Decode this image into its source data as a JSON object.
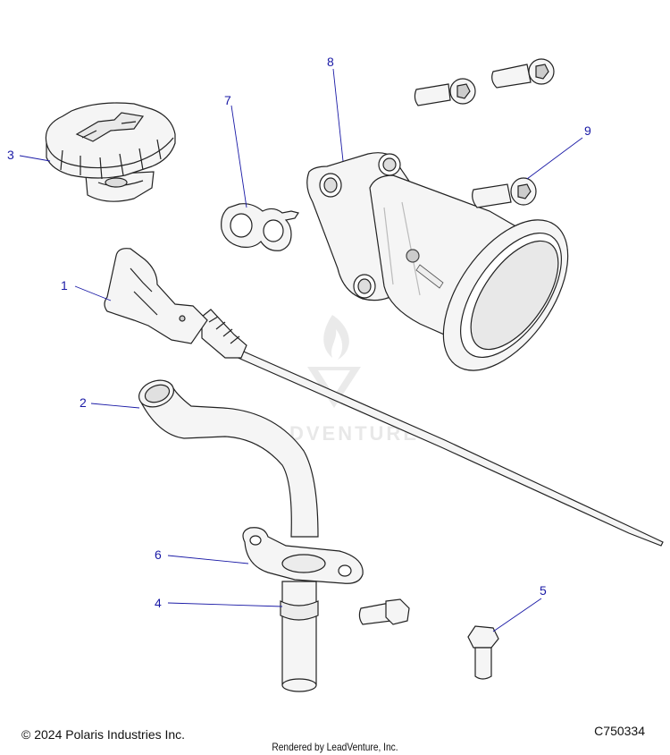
{
  "callouts": {
    "c1": "1",
    "c2": "2",
    "c3": "3",
    "c4": "4",
    "c5": "5",
    "c6": "6",
    "c7": "7",
    "c8": "8",
    "c9": "9"
  },
  "watermark": {
    "text": "LEADVENTURE"
  },
  "footer": {
    "copyright": "© 2024 Polaris Industries Inc.",
    "rendered_by": "Rendered by LeadVenture, Inc.",
    "diagram_code": "C750334"
  },
  "colors": {
    "callout": "#1a1aa6",
    "outline": "#222222",
    "part_fill": "#f4f4f4"
  }
}
